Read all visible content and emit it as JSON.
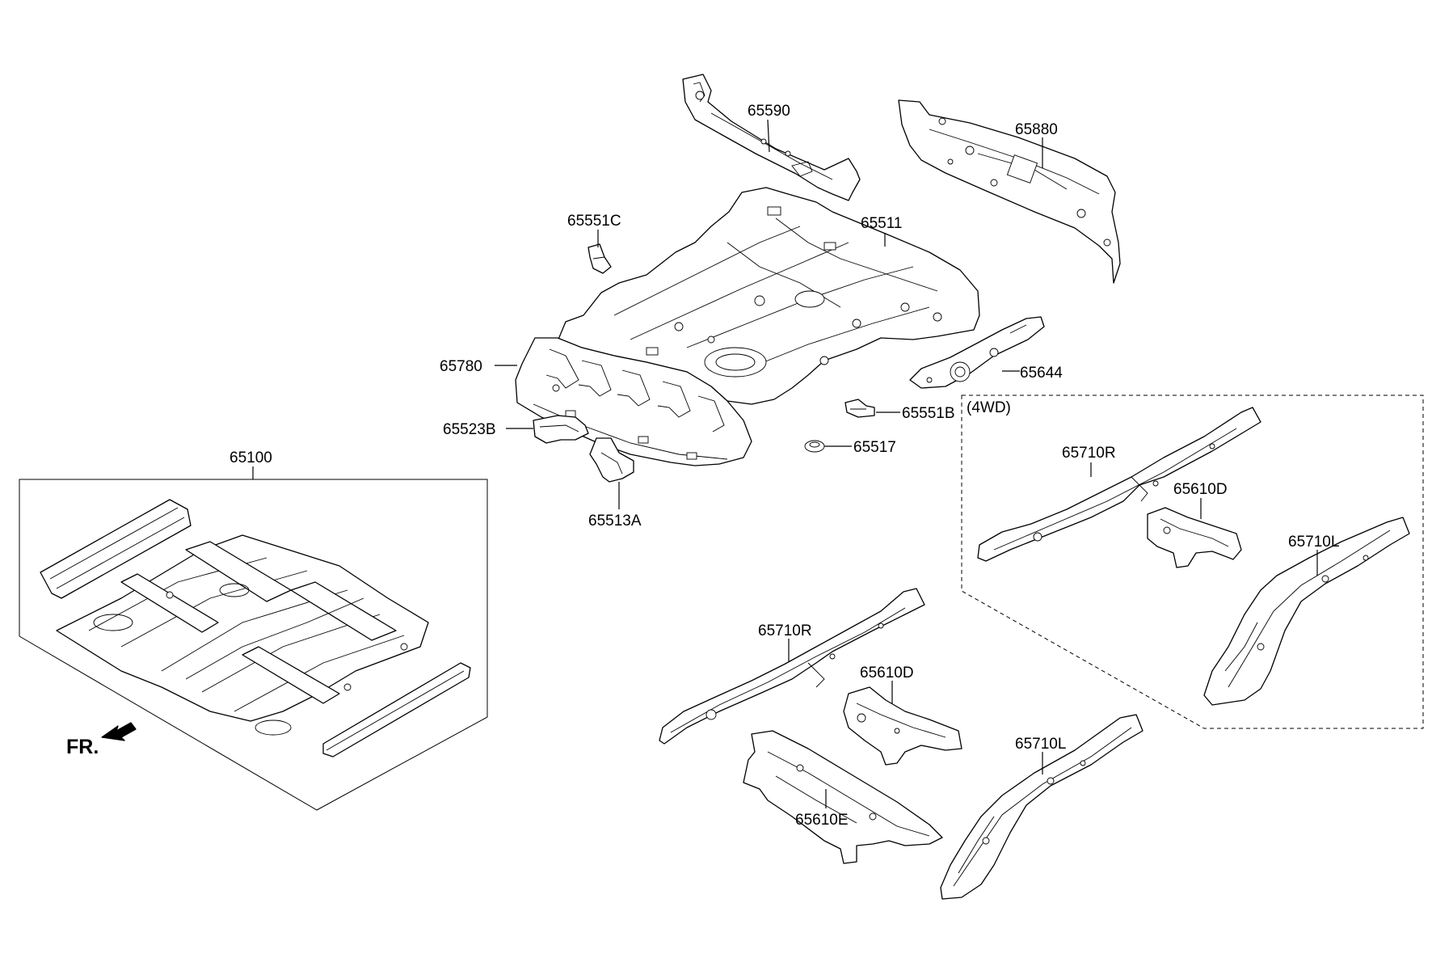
{
  "group_label": "(4WD)",
  "direction_label": "FR.",
  "parts": {
    "p65590": "65590",
    "p65880": "65880",
    "p65551C": "65551C",
    "p65511": "65511",
    "p65780": "65780",
    "p65644": "65644",
    "p65551B": "65551B",
    "p65523B": "65523B",
    "p65517": "65517",
    "p65513A": "65513A",
    "p65100": "65100",
    "p65710R_4wd": "65710R",
    "p65610D_4wd": "65610D",
    "p65710L_4wd": "65710L",
    "p65710R": "65710R",
    "p65610D": "65610D",
    "p65610E": "65610E",
    "p65710L": "65710L"
  }
}
